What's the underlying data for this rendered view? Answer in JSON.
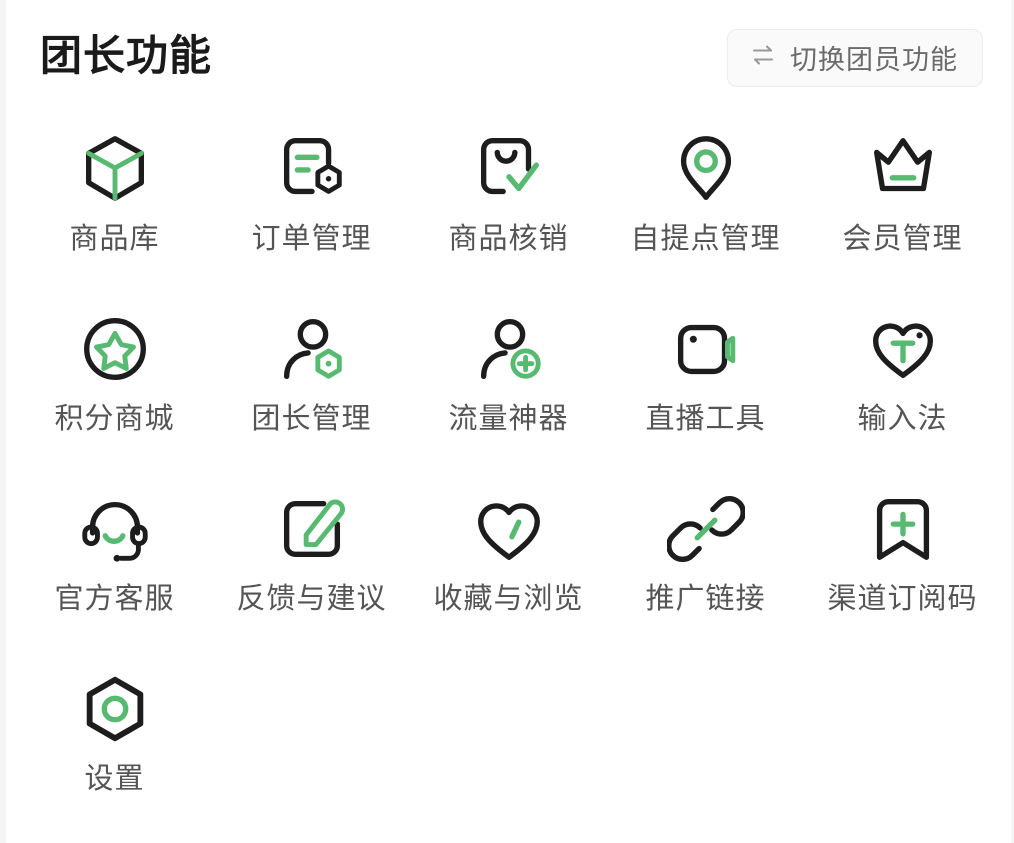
{
  "header": {
    "title": "团长功能",
    "switch_button": {
      "label": "切换团员功能",
      "icon": "swap-horizontal-icon"
    }
  },
  "theme": {
    "accent_green": "#58b971",
    "icon_dark": "#1d1d1d",
    "label_gray": "#555555",
    "title_black": "#1a1a1a",
    "button_bg": "#fafafa",
    "button_border": "#ececec",
    "page_bg": "#ffffff"
  },
  "grid": {
    "columns": 5,
    "items": [
      {
        "id": "product-library",
        "label": "商品库",
        "icon": "cube-box-icon"
      },
      {
        "id": "order-management",
        "label": "订单管理",
        "icon": "document-hexagon-icon"
      },
      {
        "id": "product-verify",
        "label": "商品核销",
        "icon": "bag-check-icon"
      },
      {
        "id": "pickup-point",
        "label": "自提点管理",
        "icon": "location-pin-icon"
      },
      {
        "id": "member-management",
        "label": "会员管理",
        "icon": "crown-icon"
      },
      {
        "id": "points-mall",
        "label": "积分商城",
        "icon": "circle-star-icon"
      },
      {
        "id": "leader-management",
        "label": "团长管理",
        "icon": "user-hexagon-icon"
      },
      {
        "id": "traffic-tool",
        "label": "流量神器",
        "icon": "user-plus-icon"
      },
      {
        "id": "live-tool",
        "label": "直播工具",
        "icon": "video-camera-icon"
      },
      {
        "id": "input-method",
        "label": "输入法",
        "icon": "heart-t-icon"
      },
      {
        "id": "official-support",
        "label": "官方客服",
        "icon": "headset-icon"
      },
      {
        "id": "feedback",
        "label": "反馈与建议",
        "icon": "edit-square-icon"
      },
      {
        "id": "favorites-history",
        "label": "收藏与浏览",
        "icon": "heart-icon"
      },
      {
        "id": "promo-link",
        "label": "推广链接",
        "icon": "link-chain-icon"
      },
      {
        "id": "channel-subscribe",
        "label": "渠道订阅码",
        "icon": "bookmark-plus-icon"
      },
      {
        "id": "settings",
        "label": "设置",
        "icon": "hexagon-gear-icon"
      }
    ]
  }
}
